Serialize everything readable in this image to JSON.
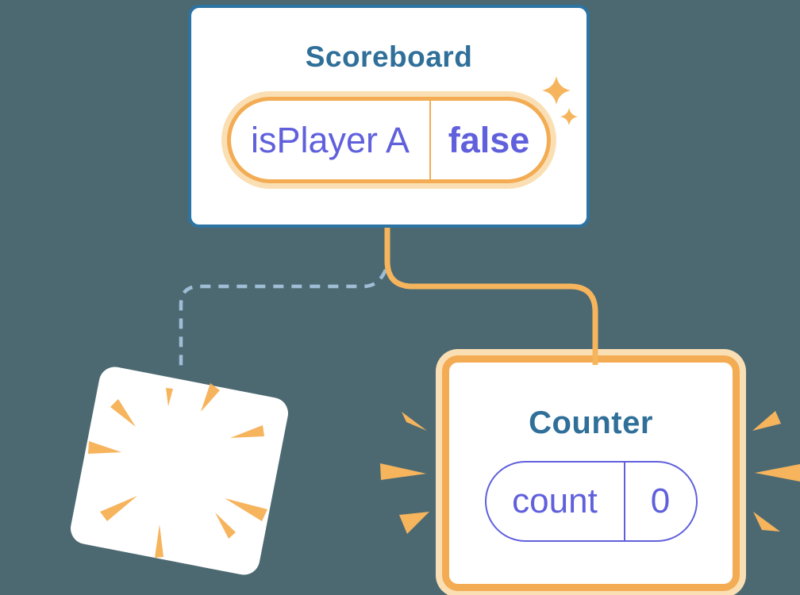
{
  "scoreboard": {
    "title": "Scoreboard",
    "state_pill": {
      "name": "isPlayer A",
      "value": "false"
    }
  },
  "counter": {
    "title": "Counter",
    "state_pill": {
      "name": "count",
      "value": "0"
    }
  },
  "colors": {
    "bg": "#4C6972",
    "card": "#FFFFFF",
    "blue": "#2C74A4",
    "title": "#2F6F99",
    "purple": "#6060DD",
    "orange": "#F3AC53",
    "glow": "#FBDFB4",
    "connector": "#F6B55C",
    "dash": "#9FBED6",
    "burst": "#F6B45C"
  }
}
